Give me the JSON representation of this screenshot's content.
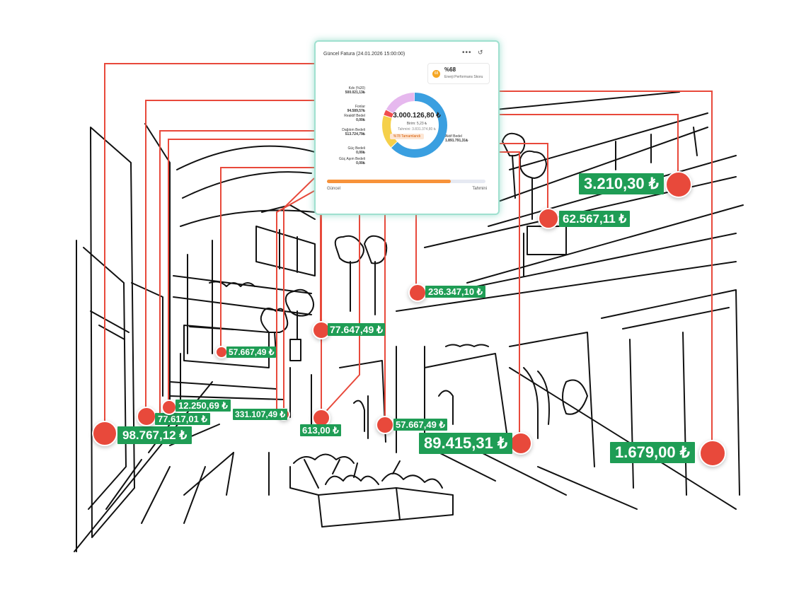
{
  "colors": {
    "line": "#e8493b",
    "tag_bg": "#1f9d55",
    "ring_blue": "#3a9fe0",
    "ring_pink": "#e6b8ee",
    "ring_red": "#f04e4e",
    "ring_yellow": "#f5d04a",
    "bar_fill": "#f7923a"
  },
  "card": {
    "title": "Güncel Fatura (24.01.2026 15:00:00)",
    "more_icon": "•••",
    "history_icon": "↺",
    "performance": {
      "value": "%68",
      "label": "Enerji Performans Skoru",
      "badge": "68"
    },
    "total": "3.000.126,80 ₺",
    "unit_price": "Birim: 5,23 ₺",
    "estimate": "Tahmini: 3.831.374,80 ₺",
    "completion": "%78 Tamamlandı",
    "legend": {
      "kdv": {
        "label": "Kdv (%20)",
        "value": "500.021,13₺"
      },
      "fonlar": {
        "label": "Fonlar",
        "value": "94.589,57₺"
      },
      "reaktif": {
        "label": "Reaktif Bedel",
        "value": "0,00₺"
      },
      "dagitim": {
        "label": "Dağıtım Bedeli",
        "value": "513.724,79₺"
      },
      "guc": {
        "label": "Güç Bedeli",
        "value": "0,00₺"
      },
      "guc_asim": {
        "label": "Güç Aşım Bedeli",
        "value": "0,00₺"
      },
      "aktif": {
        "label": "Aktif Bedel",
        "value": "1.891.791,31₺"
      }
    },
    "ring_shares": {
      "aktif": 0.63,
      "dagitim": 0.17,
      "fonlar": 0.03,
      "kdv": 0.17
    },
    "progress": 0.78,
    "progress_left": "Güncel",
    "progress_right": "Tahmini"
  },
  "markers": [
    {
      "name": "marker-98767",
      "value": "98.767,12 ₺"
    },
    {
      "name": "marker-77617",
      "value": "77.617,01 ₺"
    },
    {
      "name": "marker-12250",
      "value": "12.250,69 ₺"
    },
    {
      "name": "marker-57667-left",
      "value": "57.667,49 ₺"
    },
    {
      "name": "marker-331107",
      "value": "331.107,49 ₺"
    },
    {
      "name": "marker-613",
      "value": "613,00 ₺"
    },
    {
      "name": "marker-77647",
      "value": "77.647,49 ₺"
    },
    {
      "name": "marker-57667-mid",
      "value": "57.667,49 ₺"
    },
    {
      "name": "marker-236347",
      "value": "236.347,10 ₺"
    },
    {
      "name": "marker-89415",
      "value": "89.415,31 ₺"
    },
    {
      "name": "marker-62567",
      "value": "62.567,11 ₺"
    },
    {
      "name": "marker-3210",
      "value": "3.210,30 ₺"
    },
    {
      "name": "marker-1679",
      "value": "1.679,00 ₺"
    }
  ]
}
